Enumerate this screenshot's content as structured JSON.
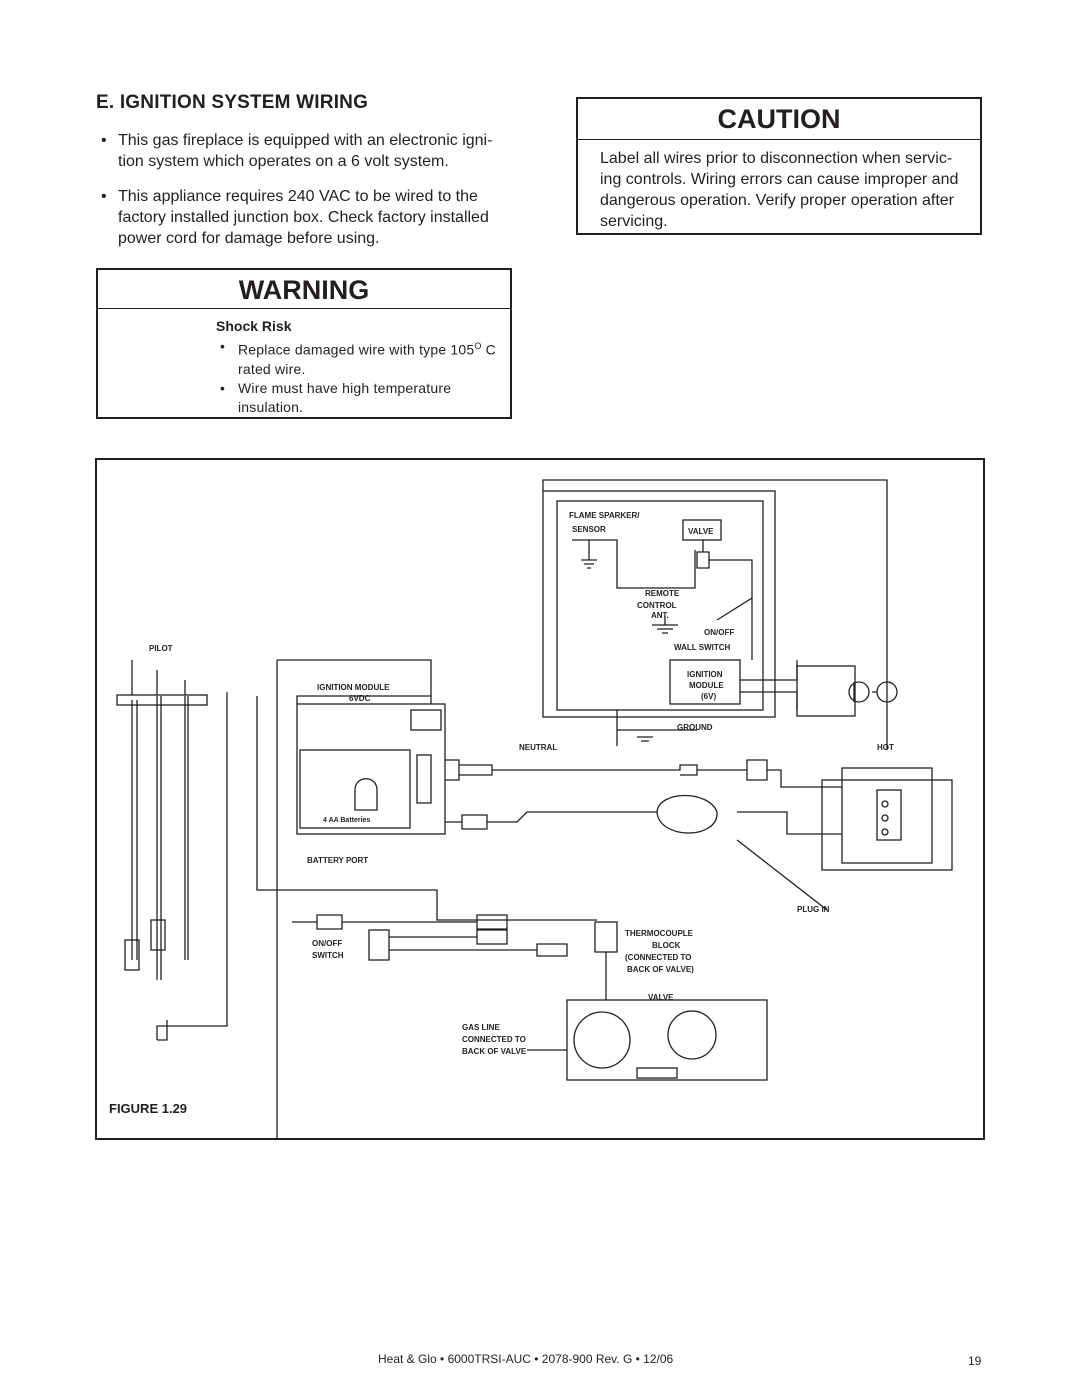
{
  "section": {
    "title": "E.  IGNITION SYSTEM WIRING",
    "bullets": [
      "This gas fireplace is equipped with an electronic igni- tion system which operates on a 6 volt system.",
      "This appliance requires 240 VAC to be wired to the factory installed junction box. Check factory installed power cord for damage before using."
    ]
  },
  "caution": {
    "heading": "CAUTION",
    "text": "Label all wires prior to disconnection when servic- ing controls. Wiring errors can cause improper and dangerous operation. Verify proper operation after servicing."
  },
  "warning": {
    "heading": "WARNING",
    "subheading": "Shock Risk",
    "item1_prefix": "Replace damaged wire with type 105",
    "item1_sup": "O",
    "item1_suffix": " C rated wire.",
    "item2": "Wire must have high temperature insulation."
  },
  "figure": {
    "label": "FIGURE 1.29",
    "callouts": {
      "flame_sparker": "FLAME SPARKER/",
      "sensor": "SENSOR",
      "valve_top": "VALVE",
      "remote": "REMOTE",
      "control": "CONTROL",
      "ant": "ANT.",
      "on_off_top": "ON/OFF",
      "wall_switch": "WALL SWITCH",
      "ignition_top": "IGNITION",
      "module_top": "MODULE",
      "six_v": "(6V)",
      "ground": "GROUND",
      "neutral": "NEUTRAL",
      "hot": "HOT",
      "pilot": "PILOT",
      "ignition_module": "IGNITION MODULE",
      "six_vdc": "6VDC",
      "batteries": "4  AA  Batteries",
      "battery_port": "BATTERY PORT",
      "plug_in": "PLUG IN",
      "thermocouple": "THERMOCOUPLE",
      "block": "BLOCK",
      "connected_to": "(CONNECTED TO",
      "back_of_valve_paren": "BACK OF VALVE)",
      "on_off_bottom": "ON/OFF",
      "switch_bottom": "SWITCH",
      "valve_bottom": "VALVE",
      "gas_line": "GAS LINE",
      "gas_connected_to": "CONNECTED TO",
      "gas_back_of_valve": "BACK OF VALVE"
    }
  },
  "footer": {
    "text": "Heat & Glo  •  6000TRSI-AUC  •  2078-900  Rev. G  • 12/06",
    "page_number": "19"
  }
}
